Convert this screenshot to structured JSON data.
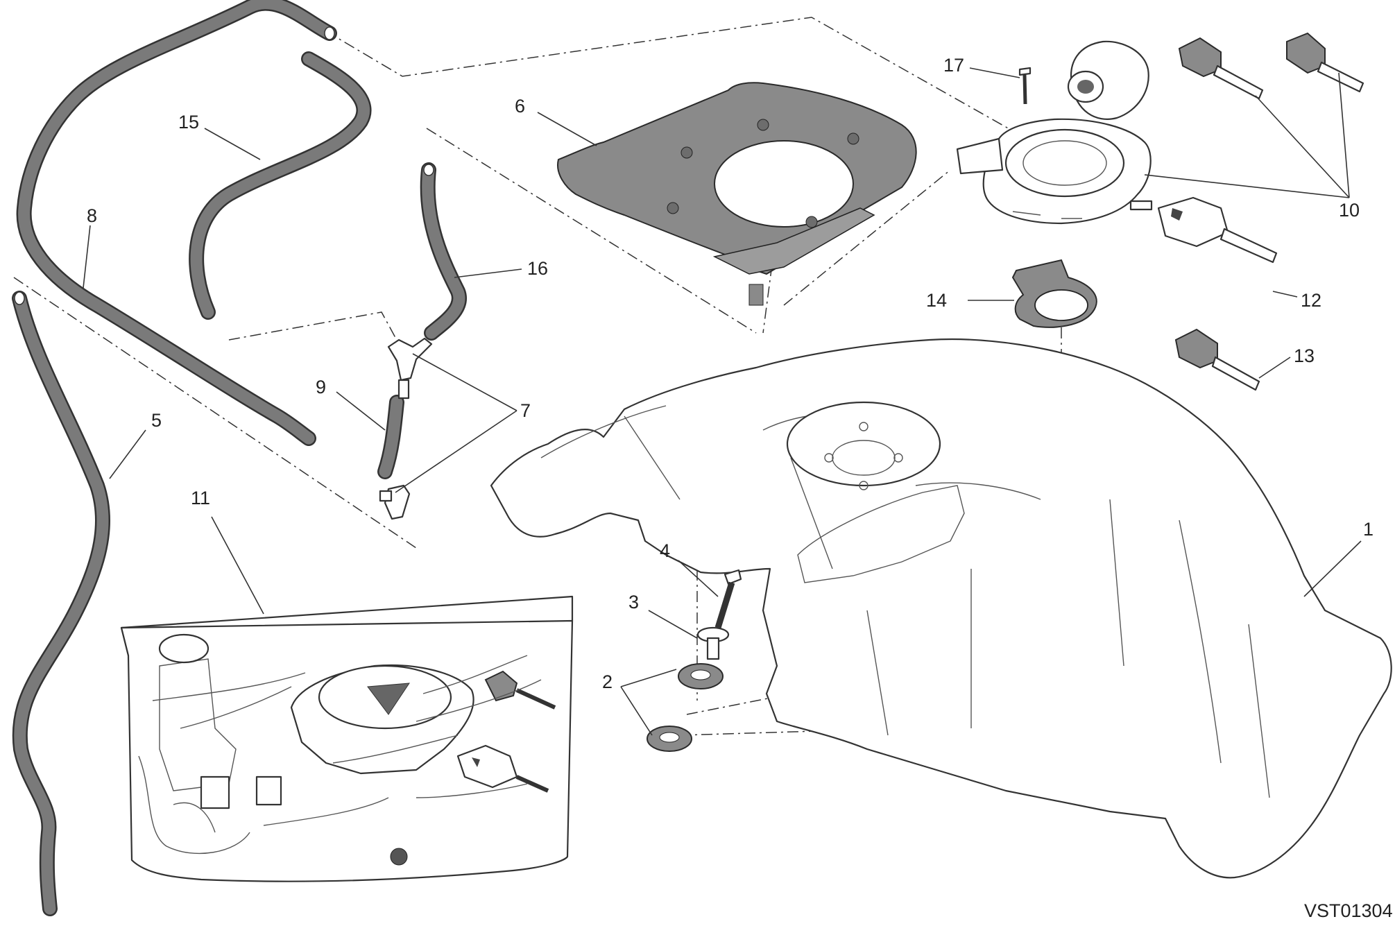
{
  "callouts": [
    {
      "id": "1",
      "label": "1"
    },
    {
      "id": "2",
      "label": "2"
    },
    {
      "id": "3",
      "label": "3"
    },
    {
      "id": "4",
      "label": "4"
    },
    {
      "id": "5",
      "label": "5"
    },
    {
      "id": "6",
      "label": "6"
    },
    {
      "id": "7",
      "label": "7"
    },
    {
      "id": "8",
      "label": "8"
    },
    {
      "id": "9",
      "label": "9"
    },
    {
      "id": "10",
      "label": "10"
    },
    {
      "id": "11",
      "label": "11"
    },
    {
      "id": "12",
      "label": "12"
    },
    {
      "id": "13",
      "label": "13"
    },
    {
      "id": "14",
      "label": "14"
    },
    {
      "id": "15",
      "label": "15"
    },
    {
      "id": "16",
      "label": "16"
    },
    {
      "id": "17",
      "label": "17"
    }
  ],
  "drawing_code": "VST01304",
  "colors": {
    "line": "#333333",
    "hose": "#6f6f6f",
    "heat_shield": "#8a8a8a",
    "background": "#ffffff"
  }
}
